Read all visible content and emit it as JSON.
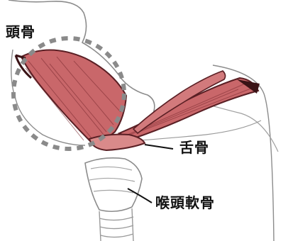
{
  "labels": {
    "skull": "頭骨",
    "hyoid": "舌骨",
    "larynx": "喉頭軟骨"
  },
  "colors": {
    "muscle_fill": "#c9676a",
    "muscle_stroke": "#5a1f24",
    "outline": "#8c8c8c",
    "highlight_circle": "#8a8a8a"
  }
}
